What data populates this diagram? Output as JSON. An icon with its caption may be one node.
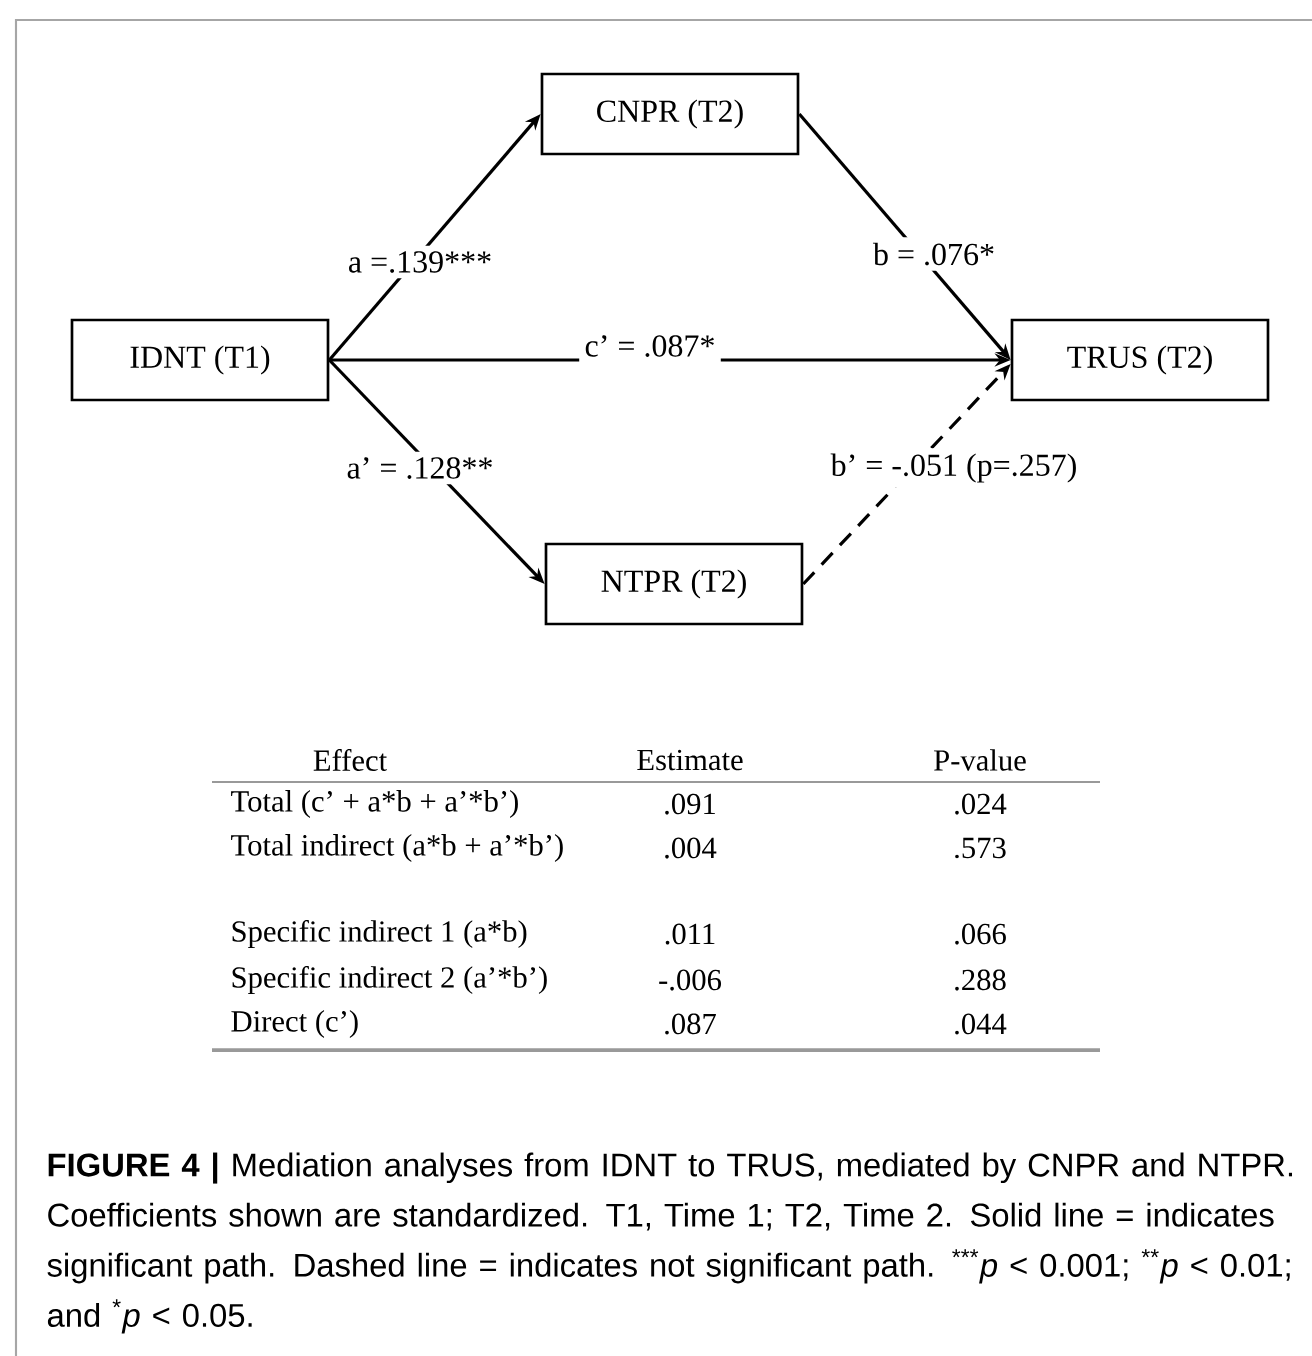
{
  "diagram": {
    "caption": "**FIGURE 4 |** Mediation analyses from IDNT to TRUS, mediated by CNPR and NTPR. Coefficients shown are standardized. T1, Time 1; T2, Time 2. Solid line = indicates significant path. Dashed line = indicates not significant path. $^{***}$*p* < 0.001; $^{**}$*p* < 0.01; and $^{*}$*p* < 0.05.",
    "nodes": [
      {
        "text": [
          "CNPR (T2)"
        ]
      },
      {
        "text": [
          "IDNT (T1)"
        ]
      },
      {
        "text": [
          "TRUS (T2)"
        ]
      },
      {
        "text": [
          "NTPR (T2)"
        ]
      }
    ],
    "edges": [
      {
        "from": 1,
        "to": 0,
        "arrow": "to",
        "label": "a =.139***"
      },
      {
        "from": 0,
        "to": 2,
        "arrow": "to",
        "label": "b = .076*"
      },
      {
        "from": 1,
        "to": 2,
        "arrow": "to",
        "label": "c’ = .087*"
      },
      {
        "from": 1,
        "to": 3,
        "arrow": "to",
        "label": "a’ = .128**"
      },
      {
        "from": 3,
        "to": 2,
        "arrow": "to",
        "style": "dashed",
        "label": "b’ = -.051 (p=.257)"
      }
    ],
    "labels": [
      "Effect",
      "Estimate",
      "P-value",
      "Total (c’ + a*b + a’*b’)",
      ".091",
      ".024",
      "Total indirect (a*b + a’*b’)",
      ".004",
      ".573",
      "Specific indirect 1 (a*b)",
      ".011",
      ".066",
      "Specific indirect 2 (a’*b’)",
      "-.006",
      ".288",
      "Direct (c’)",
      ".087",
      ".044"
    ]
  }
}
